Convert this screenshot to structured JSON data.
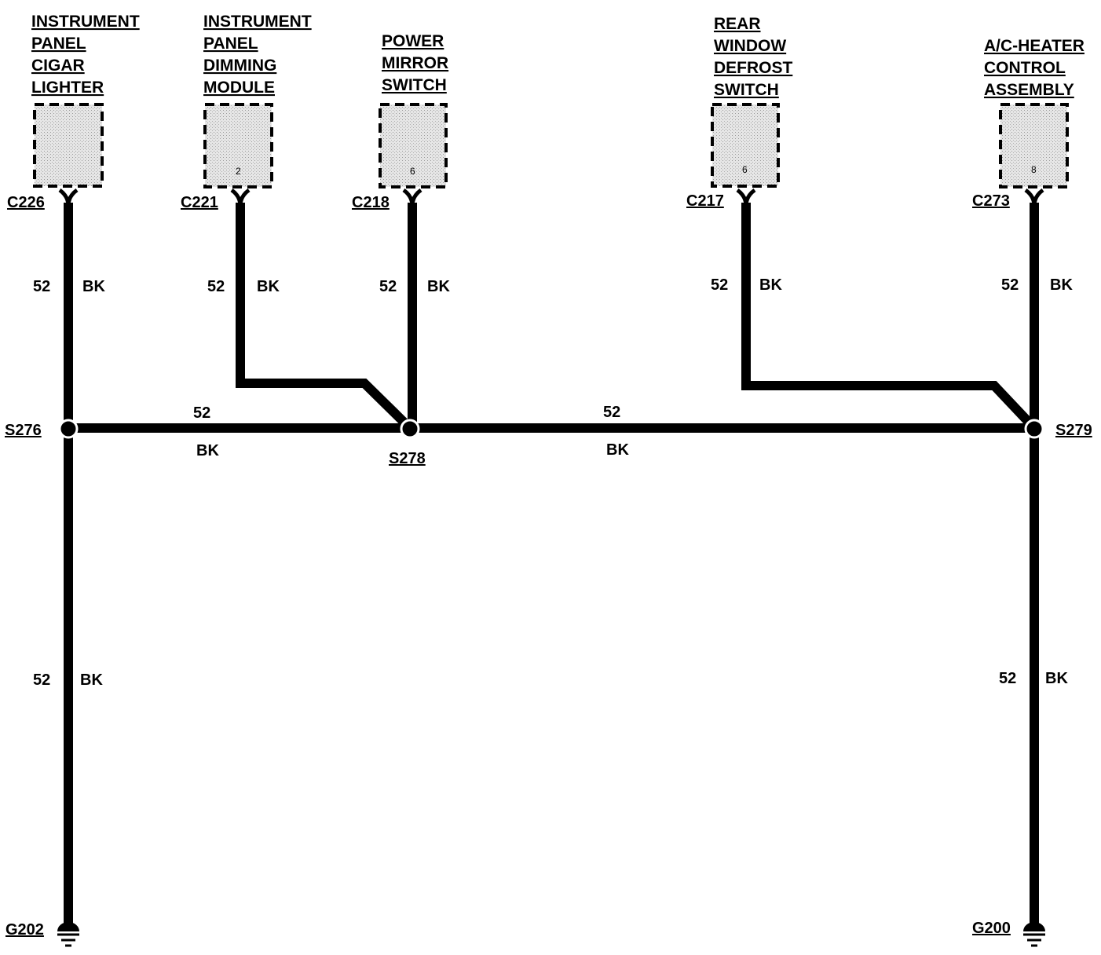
{
  "components": [
    {
      "id": "cigar",
      "title_lines": [
        "INSTRUMENT",
        "PANEL",
        "CIGAR",
        "LIGHTER"
      ],
      "pin": "",
      "connector": "C226"
    },
    {
      "id": "dimming",
      "title_lines": [
        "INSTRUMENT",
        "PANEL",
        "DIMMING",
        "MODULE"
      ],
      "pin": "2",
      "connector": "C221"
    },
    {
      "id": "mirror",
      "title_lines": [
        "POWER",
        "MIRROR",
        "SWITCH"
      ],
      "pin": "6",
      "connector": "C218"
    },
    {
      "id": "defrost",
      "title_lines": [
        "REAR",
        "WINDOW",
        "DEFROST",
        "SWITCH"
      ],
      "pin": "6",
      "connector": "C217"
    },
    {
      "id": "acheater",
      "title_lines": [
        "A/C-HEATER",
        "CONTROL",
        "ASSEMBLY"
      ],
      "pin": "8",
      "connector": "C273"
    }
  ],
  "splices": [
    "S276",
    "S278",
    "S279"
  ],
  "grounds": [
    "G202",
    "G200"
  ],
  "wire": {
    "circuit": "52",
    "color": "BK"
  }
}
